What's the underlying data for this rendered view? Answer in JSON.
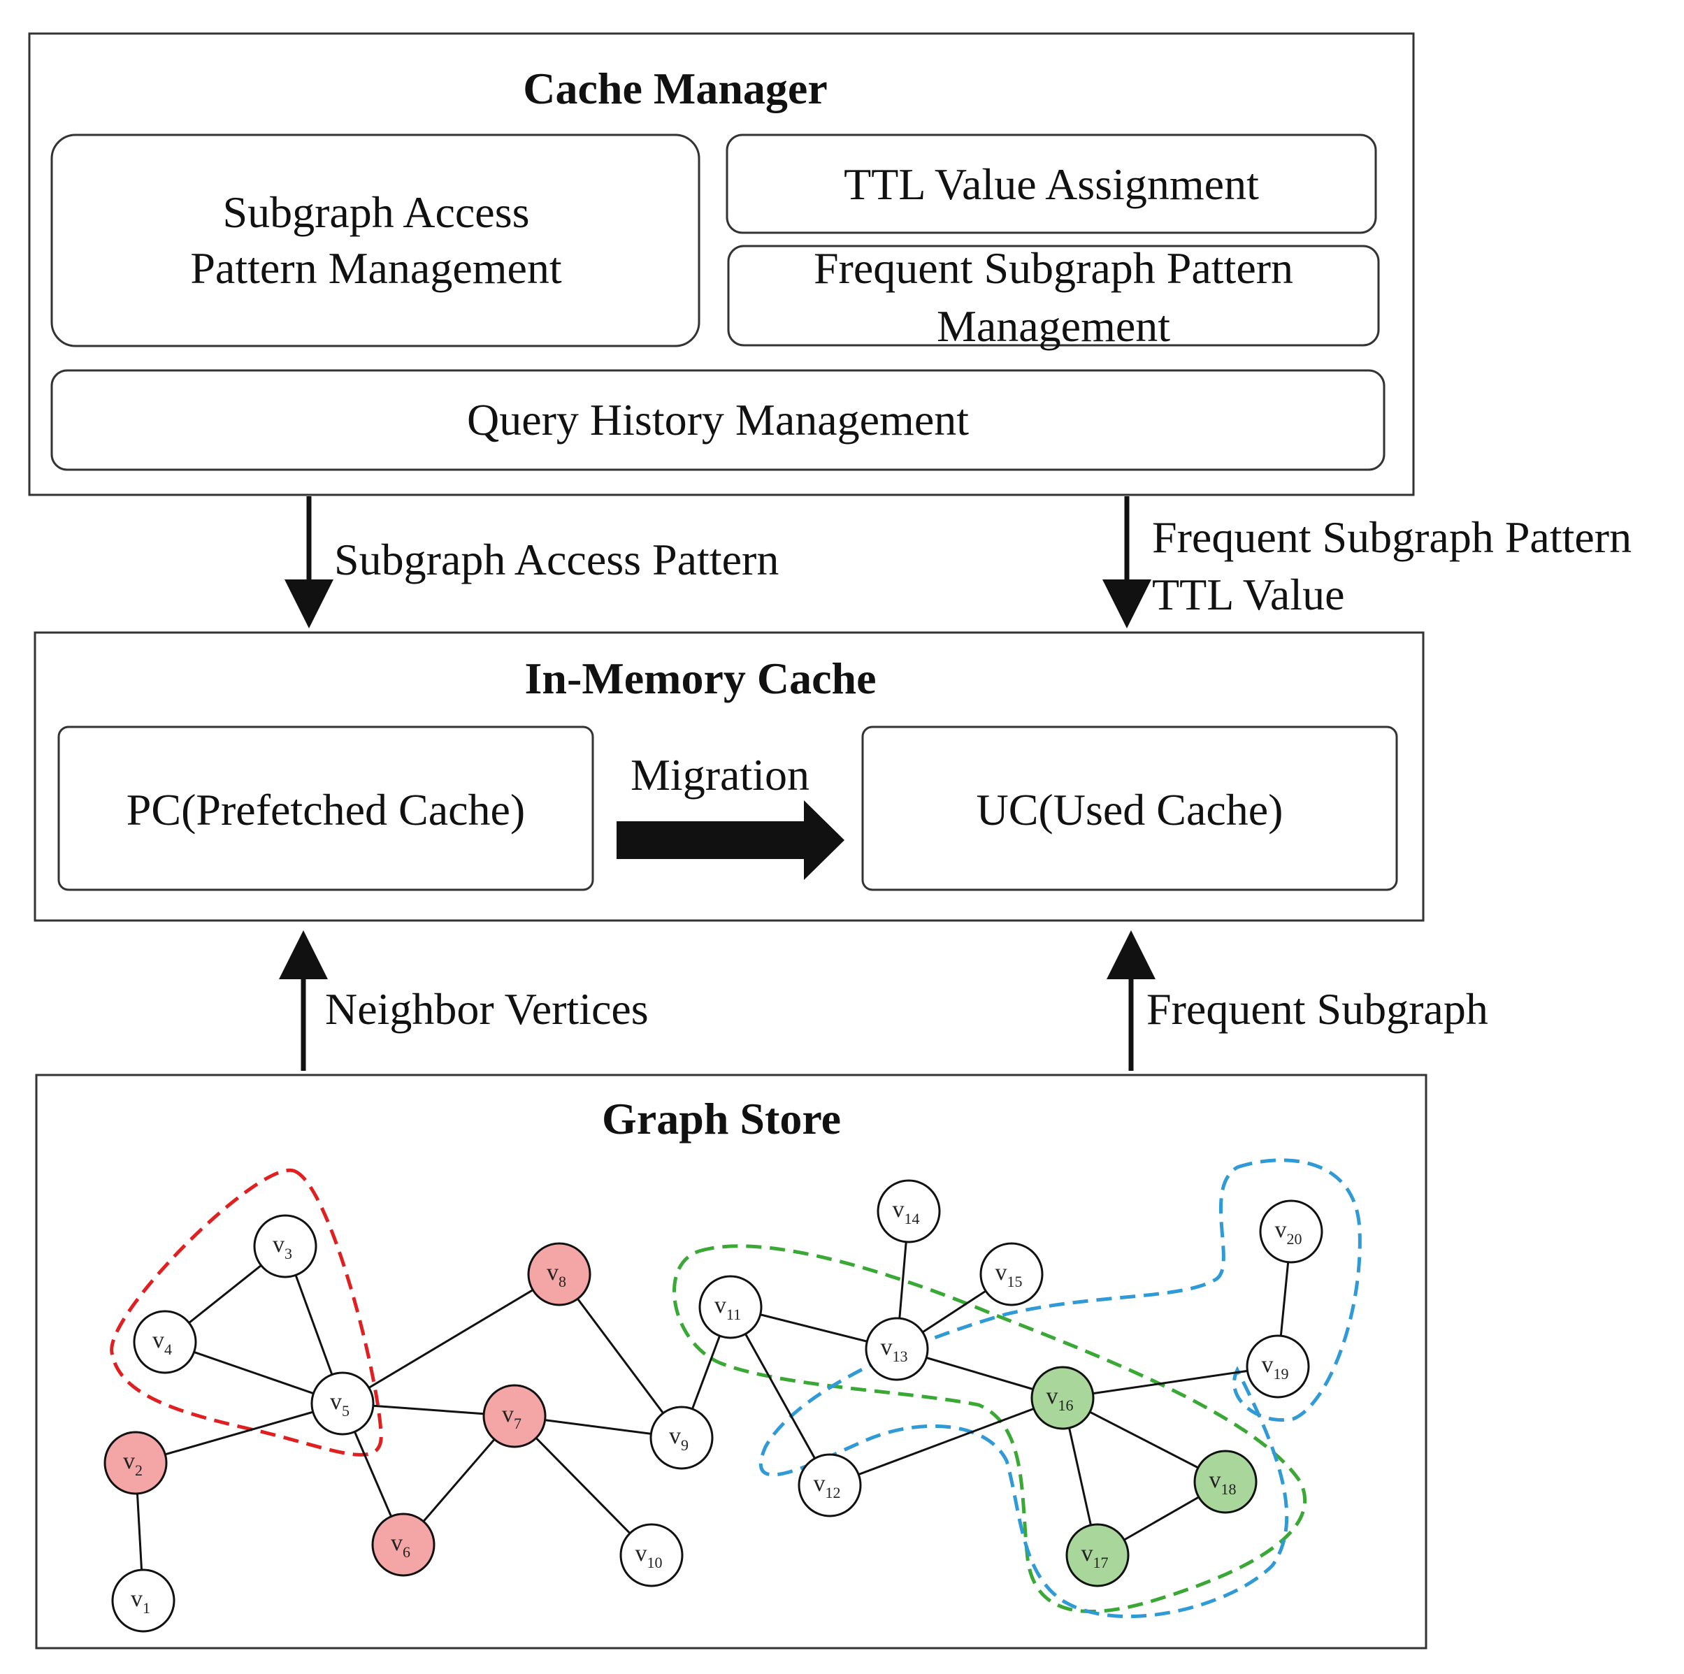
{
  "cache_manager": {
    "title": "Cache Manager",
    "subgraph_access_line1": "Subgraph Access",
    "subgraph_access_line2": "Pattern Management",
    "ttl_assignment": "TTL Value Assignment",
    "frequent_pattern_line1": "Frequent Subgraph Pattern",
    "frequent_pattern_line2": "Management",
    "query_history": "Query History Management"
  },
  "flows": {
    "subgraph_access_pattern": "Subgraph Access Pattern",
    "frequent_subgraph_pattern": "Frequent Subgraph Pattern",
    "ttl_value": "TTL Value",
    "neighbor_vertices": "Neighbor Vertices",
    "frequent_subgraph": "Frequent Subgraph"
  },
  "in_memory_cache": {
    "title": "In-Memory Cache",
    "pc": "PC(Prefetched Cache)",
    "migration": "Migration",
    "uc": "UC(Used Cache)"
  },
  "graph_store": {
    "title": "Graph Store",
    "colors": {
      "red_fill": "#f4a6a6",
      "green_fill": "#a9d69b",
      "plain_fill": "#ffffff",
      "red_hull": "#e02020",
      "green_hull": "#3aa835",
      "blue_hull": "#2f9ad6"
    },
    "vertices": [
      {
        "id": "v1",
        "base": "v",
        "sub": "1",
        "fill": "plain"
      },
      {
        "id": "v2",
        "base": "v",
        "sub": "2",
        "fill": "red"
      },
      {
        "id": "v3",
        "base": "v",
        "sub": "3",
        "fill": "plain"
      },
      {
        "id": "v4",
        "base": "v",
        "sub": "4",
        "fill": "plain"
      },
      {
        "id": "v5",
        "base": "v",
        "sub": "5",
        "fill": "plain"
      },
      {
        "id": "v6",
        "base": "v",
        "sub": "6",
        "fill": "red"
      },
      {
        "id": "v7",
        "base": "v",
        "sub": "7",
        "fill": "red"
      },
      {
        "id": "v8",
        "base": "v",
        "sub": "8",
        "fill": "red"
      },
      {
        "id": "v9",
        "base": "v",
        "sub": "9",
        "fill": "plain"
      },
      {
        "id": "v10",
        "base": "v",
        "sub": "10",
        "fill": "plain"
      },
      {
        "id": "v11",
        "base": "v",
        "sub": "11",
        "fill": "plain"
      },
      {
        "id": "v12",
        "base": "v",
        "sub": "12",
        "fill": "plain"
      },
      {
        "id": "v13",
        "base": "v",
        "sub": "13",
        "fill": "plain"
      },
      {
        "id": "v14",
        "base": "v",
        "sub": "14",
        "fill": "plain"
      },
      {
        "id": "v15",
        "base": "v",
        "sub": "15",
        "fill": "plain"
      },
      {
        "id": "v16",
        "base": "v",
        "sub": "16",
        "fill": "green"
      },
      {
        "id": "v17",
        "base": "v",
        "sub": "17",
        "fill": "green"
      },
      {
        "id": "v18",
        "base": "v",
        "sub": "18",
        "fill": "green"
      },
      {
        "id": "v19",
        "base": "v",
        "sub": "19",
        "fill": "plain"
      },
      {
        "id": "v20",
        "base": "v",
        "sub": "20",
        "fill": "plain"
      }
    ],
    "edges": [
      [
        "v1",
        "v2"
      ],
      [
        "v2",
        "v5"
      ],
      [
        "v3",
        "v4"
      ],
      [
        "v3",
        "v5"
      ],
      [
        "v4",
        "v5"
      ],
      [
        "v5",
        "v6"
      ],
      [
        "v5",
        "v7"
      ],
      [
        "v5",
        "v8"
      ],
      [
        "v6",
        "v7"
      ],
      [
        "v7",
        "v9"
      ],
      [
        "v7",
        "v10"
      ],
      [
        "v8",
        "v9"
      ],
      [
        "v9",
        "v11"
      ],
      [
        "v11",
        "v12"
      ],
      [
        "v11",
        "v13"
      ],
      [
        "v13",
        "v14"
      ],
      [
        "v13",
        "v15"
      ],
      [
        "v13",
        "v16"
      ],
      [
        "v12",
        "v16"
      ],
      [
        "v16",
        "v17"
      ],
      [
        "v16",
        "v18"
      ],
      [
        "v17",
        "v18"
      ],
      [
        "v16",
        "v19"
      ],
      [
        "v19",
        "v20"
      ]
    ]
  }
}
